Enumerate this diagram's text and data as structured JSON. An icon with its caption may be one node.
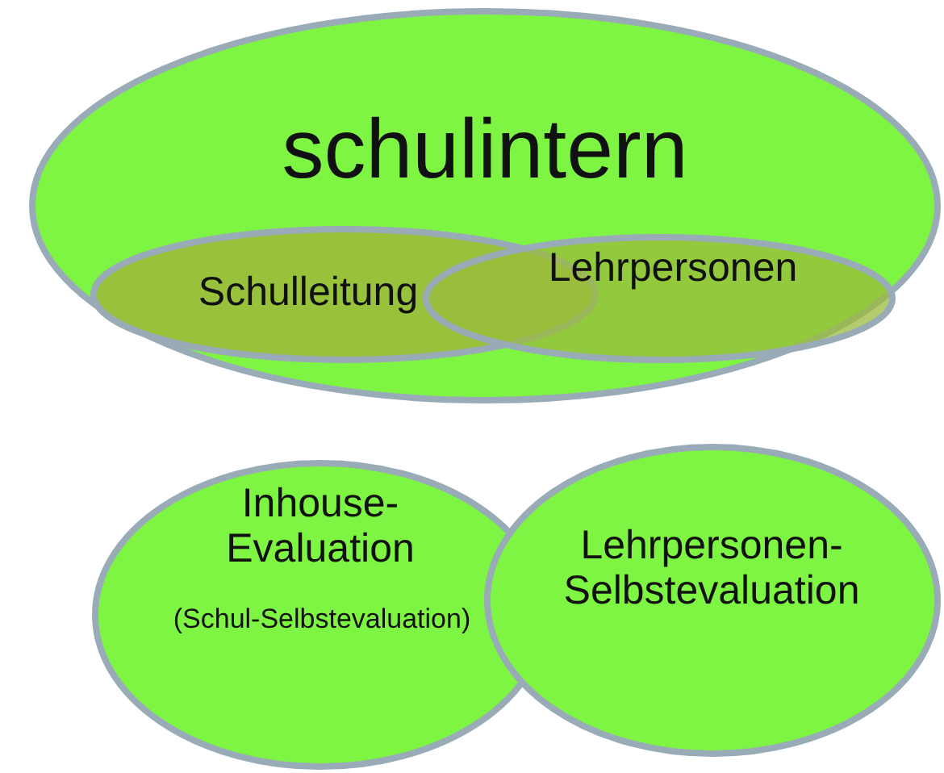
{
  "diagram": {
    "nodes": [
      {
        "text": [
          "schulintern"
        ]
      },
      {
        "text": [
          "Schulleitung"
        ],
        "in": 0
      },
      {
        "text": [
          "Lehrpersonen"
        ],
        "in": 0
      },
      {
        "text": [
          "Inhouse-Evaluation",
          "(Schul-Selbstevaluation)"
        ]
      },
      {
        "text": [
          "Lehrpersonen-Selbstevaluation"
        ]
      }
    ]
  }
}
